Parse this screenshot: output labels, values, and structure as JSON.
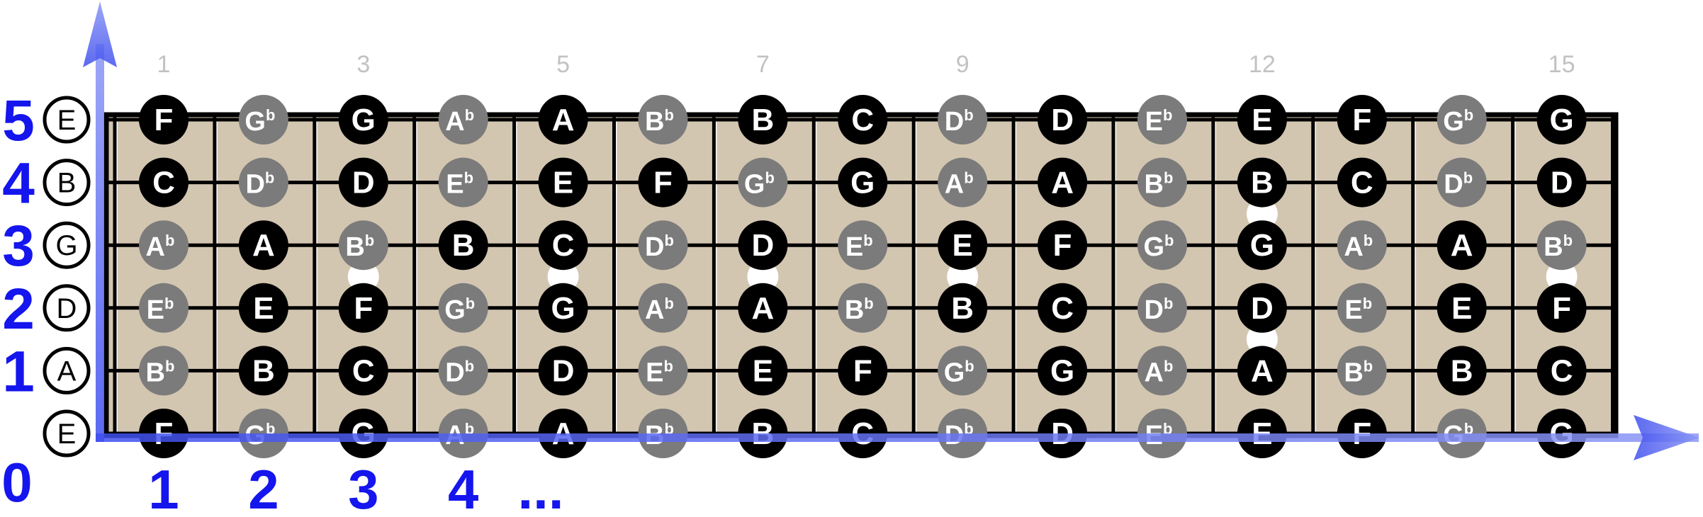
{
  "colors": {
    "fretboard": "#d3c6b1",
    "natural_note": "#000000",
    "flat_note": "#7b7b7b",
    "marker": "#ffffff",
    "axis": "#3f4fef",
    "axis_numbers": "#1515ee",
    "fret_labels": "#c2c2c2"
  },
  "fret_labels": [
    {
      "fret": 1,
      "label": "1"
    },
    {
      "fret": 3,
      "label": "3"
    },
    {
      "fret": 5,
      "label": "5"
    },
    {
      "fret": 7,
      "label": "7"
    },
    {
      "fret": 9,
      "label": "9"
    },
    {
      "fret": 12,
      "label": "12"
    },
    {
      "fret": 15,
      "label": "15"
    }
  ],
  "strings": [
    {
      "axis_label": "5",
      "open": "E",
      "notes": [
        "F",
        "G♭",
        "G",
        "A♭",
        "A",
        "B♭",
        "B",
        "C",
        "D♭",
        "D",
        "E♭",
        "E",
        "F",
        "G♭",
        "G"
      ]
    },
    {
      "axis_label": "4",
      "open": "B",
      "notes": [
        "C",
        "D♭",
        "D",
        "E♭",
        "E",
        "F",
        "G♭",
        "G",
        "A♭",
        "A",
        "B♭",
        "B",
        "C",
        "D♭",
        "D"
      ]
    },
    {
      "axis_label": "3",
      "open": "G",
      "notes": [
        "A♭",
        "A",
        "B♭",
        "B",
        "C",
        "D♭",
        "D",
        "E♭",
        "E",
        "F",
        "G♭",
        "G",
        "A♭",
        "A",
        "B♭"
      ]
    },
    {
      "axis_label": "2",
      "open": "D",
      "notes": [
        "E♭",
        "E",
        "F",
        "G♭",
        "G",
        "A♭",
        "A",
        "B♭",
        "B",
        "C",
        "D♭",
        "D",
        "E♭",
        "E",
        "F"
      ]
    },
    {
      "axis_label": "1",
      "open": "A",
      "notes": [
        "B♭",
        "B",
        "C",
        "D♭",
        "D",
        "E♭",
        "E",
        "F",
        "G♭",
        "G",
        "A♭",
        "A",
        "B♭",
        "B",
        "C"
      ]
    },
    {
      "axis_label": "",
      "open": "E",
      "notes": [
        "F",
        "G♭",
        "G",
        "A♭",
        "A",
        "B♭",
        "B",
        "C",
        "D♭",
        "D",
        "E♭",
        "E",
        "F",
        "G♭",
        "G"
      ]
    }
  ],
  "origin_label": "0",
  "x_axis_labels": [
    "1",
    "2",
    "3",
    "4",
    "..."
  ],
  "inlay_frets": [
    3,
    5,
    7,
    9,
    15
  ],
  "double_inlay_fret": 12
}
